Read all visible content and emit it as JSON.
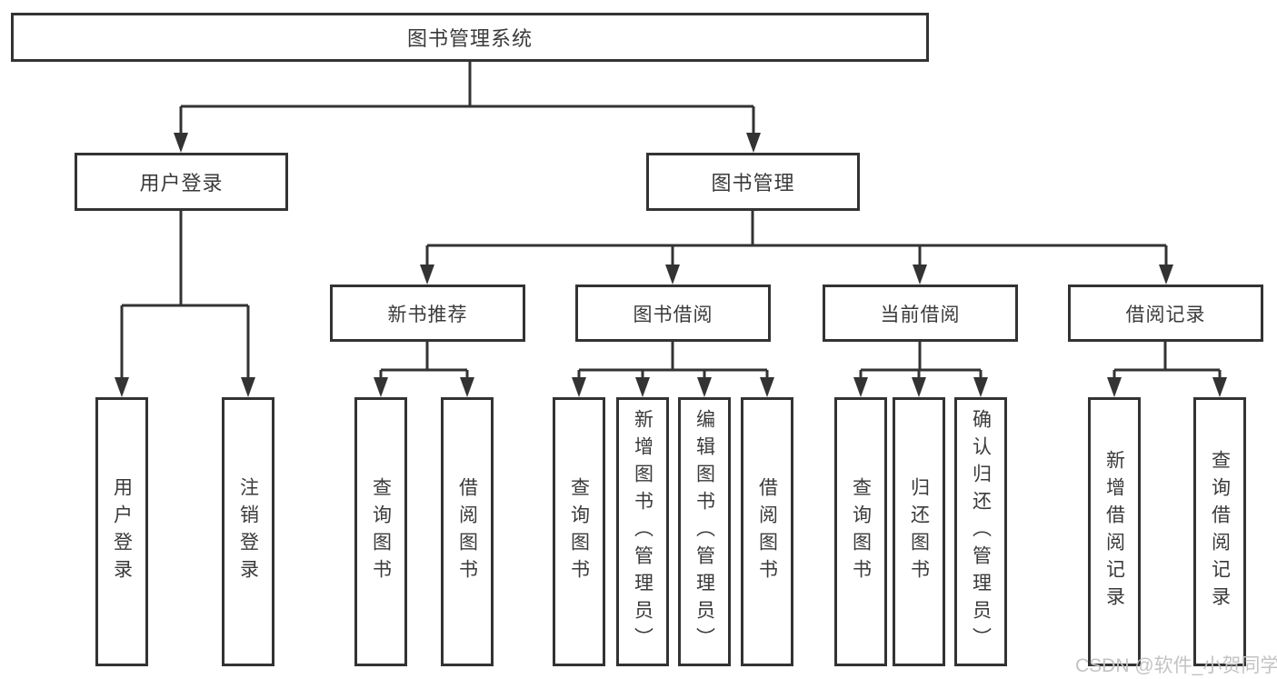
{
  "tree": {
    "root": {
      "label": "图书管理系统"
    },
    "children": [
      {
        "label": "用户登录",
        "children": [
          {
            "label": "用户登录"
          },
          {
            "label": "注销登录"
          }
        ]
      },
      {
        "label": "图书管理",
        "children": [
          {
            "label": "新书推荐",
            "children": [
              {
                "label": "查询图书"
              },
              {
                "label": "借阅图书"
              }
            ]
          },
          {
            "label": "图书借阅",
            "children": [
              {
                "label": "查询图书"
              },
              {
                "label": "新增图书（管理员）"
              },
              {
                "label": "编辑图书（管理员）"
              },
              {
                "label": "借阅图书"
              }
            ]
          },
          {
            "label": "当前借阅",
            "children": [
              {
                "label": "查询图书"
              },
              {
                "label": "归还图书"
              },
              {
                "label": "确认归还（管理员）"
              }
            ]
          },
          {
            "label": "借阅记录",
            "children": [
              {
                "label": "新增借阅记录"
              },
              {
                "label": "查询借阅记录"
              }
            ]
          }
        ]
      }
    ]
  },
  "watermark": {
    "text": "CSDN @软件_小贺同学"
  },
  "colors": {
    "line": "#333333",
    "box_border": "#333333",
    "text": "#3a3a3a",
    "background": "#ffffff",
    "watermark": "#c3c3c3"
  }
}
